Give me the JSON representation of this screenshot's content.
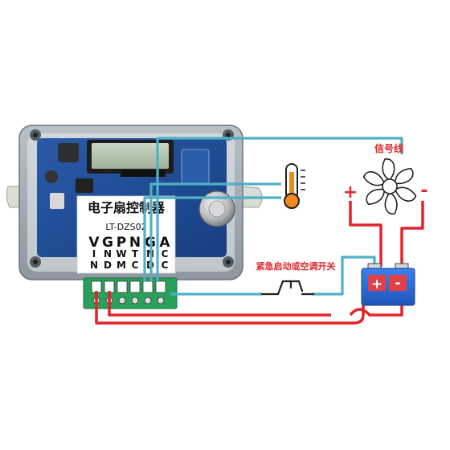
{
  "device": {
    "title": "电子扇控制器",
    "model": "LT-DZS02",
    "pins_top": [
      "V",
      "G",
      "P",
      "N",
      "G",
      "A"
    ],
    "pins_bottom": [
      [
        "I",
        "N"
      ],
      [
        "N",
        "D"
      ],
      [
        "W",
        "M"
      ],
      [
        "T",
        "C"
      ],
      [
        "N",
        "D"
      ],
      [
        "C",
        "C"
      ]
    ]
  },
  "labels": {
    "signal_line": "信号线",
    "switch_label": "紧急启动或空调开关",
    "plus": "+",
    "minus": "-",
    "battery_plus": "+",
    "battery_minus": "-"
  },
  "colors": {
    "red_wire": "#e3232c",
    "cyan_wire": "#4fb0c6",
    "terminal_green": "#2aa15a",
    "battery_blue": "#2f6fd6",
    "pcb_blue": "#1f4f9a",
    "label_red": "#e0262b"
  },
  "icons": [
    "fan-icon",
    "thermometer-icon",
    "switch-icon",
    "battery-icon"
  ]
}
